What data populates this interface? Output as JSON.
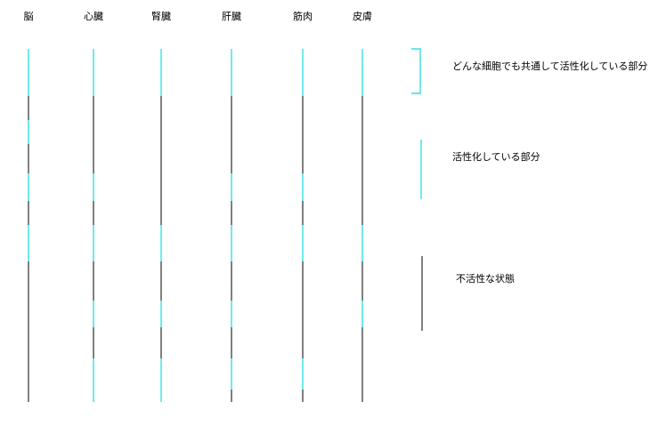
{
  "colors": {
    "active": "#33e0e6",
    "inactive": "#000000"
  },
  "organs": [
    {
      "label": "脳",
      "active_segments": [
        [
          0,
          1
        ],
        [
          4,
          5
        ],
        [
          6,
          7
        ],
        [
          8,
          9
        ]
      ]
    },
    {
      "label": "心臓",
      "active_segments": [
        [
          0,
          1
        ],
        [
          6,
          7
        ],
        [
          8,
          9
        ],
        [
          10,
          11
        ],
        [
          12,
          13
        ],
        [
          14,
          15
        ]
      ]
    },
    {
      "label": "腎臓",
      "active_segments": [
        [
          0,
          1
        ],
        [
          8,
          9
        ],
        [
          10,
          11
        ],
        [
          12,
          13
        ],
        [
          14,
          15
        ]
      ]
    },
    {
      "label": "肝臓",
      "active_segments": [
        [
          0,
          1
        ],
        [
          6,
          7
        ],
        [
          8,
          9
        ],
        [
          10,
          11
        ],
        [
          12,
          13
        ]
      ]
    },
    {
      "label": "筋肉",
      "active_segments": [
        [
          0,
          1
        ],
        [
          6,
          7
        ],
        [
          8,
          9
        ],
        [
          12,
          13
        ]
      ]
    },
    {
      "label": "皮膚",
      "active_segments": [
        [
          0,
          1
        ],
        [
          8,
          9
        ],
        [
          10,
          11
        ]
      ]
    }
  ],
  "legend": [
    {
      "text": "どんな細胞でも共通して活性化している部分",
      "kind": "bracket"
    },
    {
      "text": "活性化している部分",
      "kind": "active"
    },
    {
      "text": "不活性な状態",
      "kind": "inactive"
    }
  ]
}
